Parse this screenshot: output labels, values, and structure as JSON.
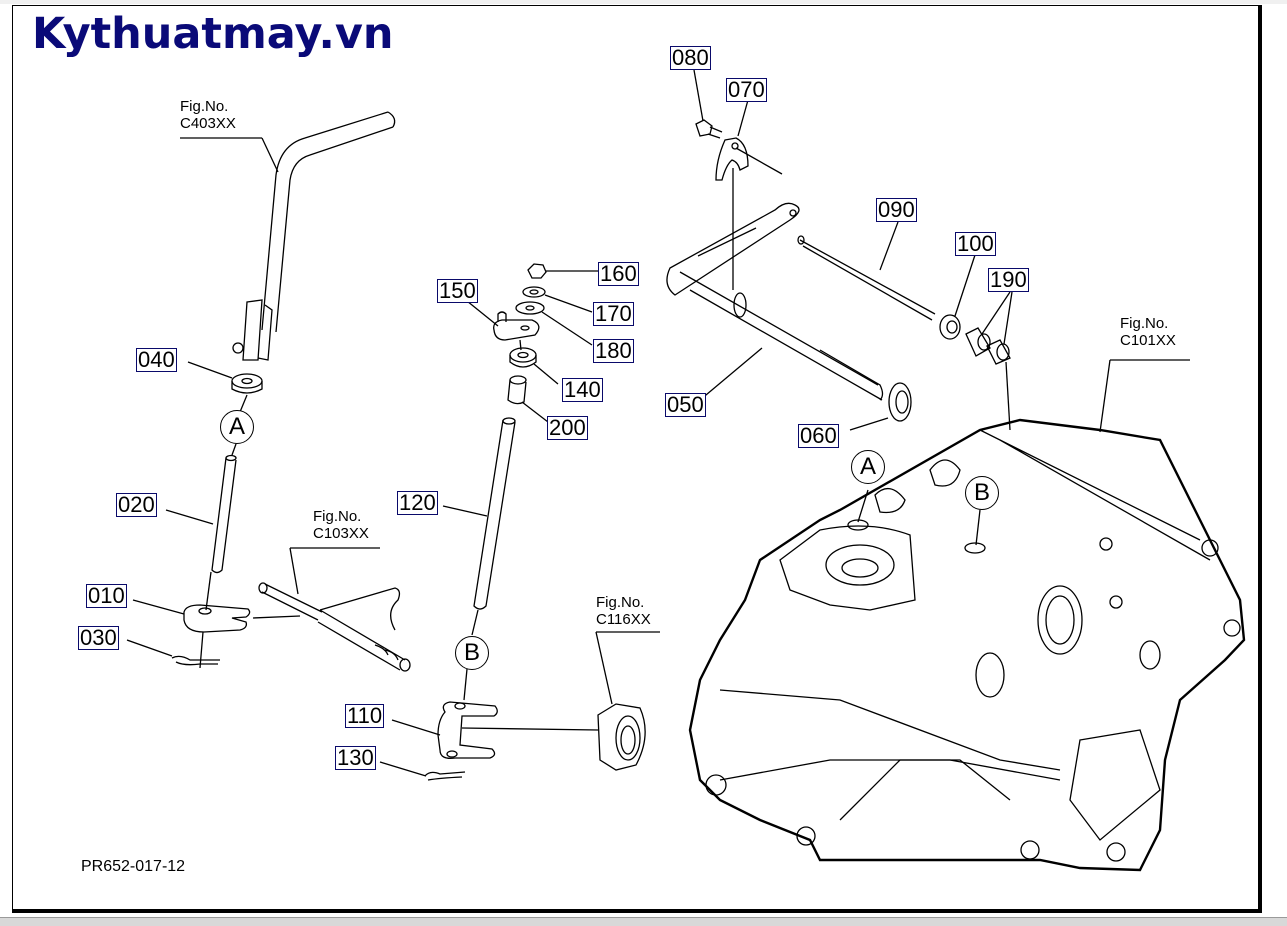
{
  "watermark": "Kythuatmay.vn",
  "diagram_code": "PR652-017-12",
  "figure_references": [
    {
      "id": "C403XX",
      "line1": "Fig.No.",
      "line2": "C403XX"
    },
    {
      "id": "C103XX",
      "line1": "Fig.No.",
      "line2": "C103XX"
    },
    {
      "id": "C116XX",
      "line1": "Fig.No.",
      "line2": "C116XX"
    },
    {
      "id": "C101XX",
      "line1": "Fig.No.",
      "line2": "C101XX"
    }
  ],
  "connection_markers": {
    "a_upper": "A",
    "b_lower": "B",
    "a_housing": "A",
    "b_housing": "B"
  },
  "callouts": {
    "p010": "010",
    "p020": "020",
    "p030": "030",
    "p040": "040",
    "p050": "050",
    "p060": "060",
    "p070": "070",
    "p080": "080",
    "p090": "090",
    "p100": "100",
    "p110": "110",
    "p120": "120",
    "p130": "130",
    "p140": "140",
    "p150": "150",
    "p160": "160",
    "p170": "170",
    "p180": "180",
    "p190": "190",
    "p200": "200"
  },
  "colors": {
    "watermark": "#0a0a78",
    "callout_border": "#0a0a6a",
    "line": "#000000"
  }
}
